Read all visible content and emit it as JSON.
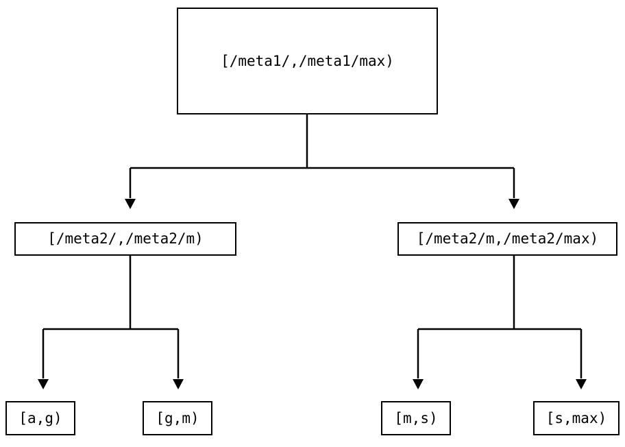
{
  "diagram": {
    "type": "binary-tree",
    "orientation": "top-down",
    "background_color": "#ffffff",
    "line_color": "#000000",
    "text_color": "#000000",
    "nodes": {
      "root": {
        "label": "[/meta1/,/meta1/max)",
        "level": 0
      },
      "left_branch": {
        "label": "[/meta2/,/meta2/m)",
        "level": 1
      },
      "right_branch": {
        "label": "[/meta2/m,/meta2/max)",
        "level": 1
      },
      "leaf_ag": {
        "label": "[a,g)",
        "level": 2
      },
      "leaf_gm": {
        "label": "[g,m)",
        "level": 2
      },
      "leaf_ms": {
        "label": "[m,s)",
        "level": 2
      },
      "leaf_smax": {
        "label": "[s,max)",
        "level": 2
      }
    },
    "edges": [
      {
        "from": "root",
        "to": "left_branch",
        "arrow": "down"
      },
      {
        "from": "root",
        "to": "right_branch",
        "arrow": "down"
      },
      {
        "from": "left_branch",
        "to": "leaf_ag",
        "arrow": "down"
      },
      {
        "from": "left_branch",
        "to": "leaf_gm",
        "arrow": "down"
      },
      {
        "from": "right_branch",
        "to": "leaf_ms",
        "arrow": "down"
      },
      {
        "from": "right_branch",
        "to": "leaf_smax",
        "arrow": "down"
      }
    ]
  }
}
